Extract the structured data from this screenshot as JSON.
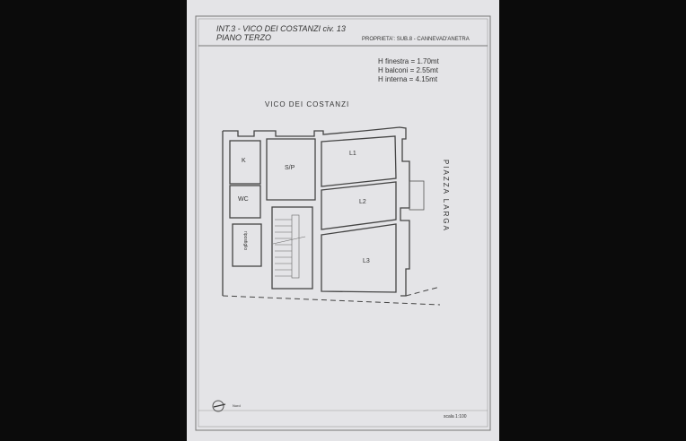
{
  "header": {
    "title": "INT.3 - VICO DEI COSTANZI  civ. 13",
    "subtitle": "PIANO TERZO",
    "owner": "PROPRIETA': SUB.8 - CANNEVAD'ANETRA"
  },
  "heights": [
    "H finestra = 1.70mt",
    "H balconi = 2.55mt",
    "H interna = 4.15mt"
  ],
  "streets": {
    "top": "VICO DEI COSTANZI",
    "right": "PIAZZA LARGA"
  },
  "rooms": [
    {
      "label": "K"
    },
    {
      "label": "WC"
    },
    {
      "label": "ripostiglio"
    },
    {
      "label": "S/P"
    },
    {
      "label": "L1"
    },
    {
      "label": "L2"
    },
    {
      "label": "L3"
    }
  ],
  "footer": {
    "north": "Nord",
    "scale": "scala 1:100"
  }
}
